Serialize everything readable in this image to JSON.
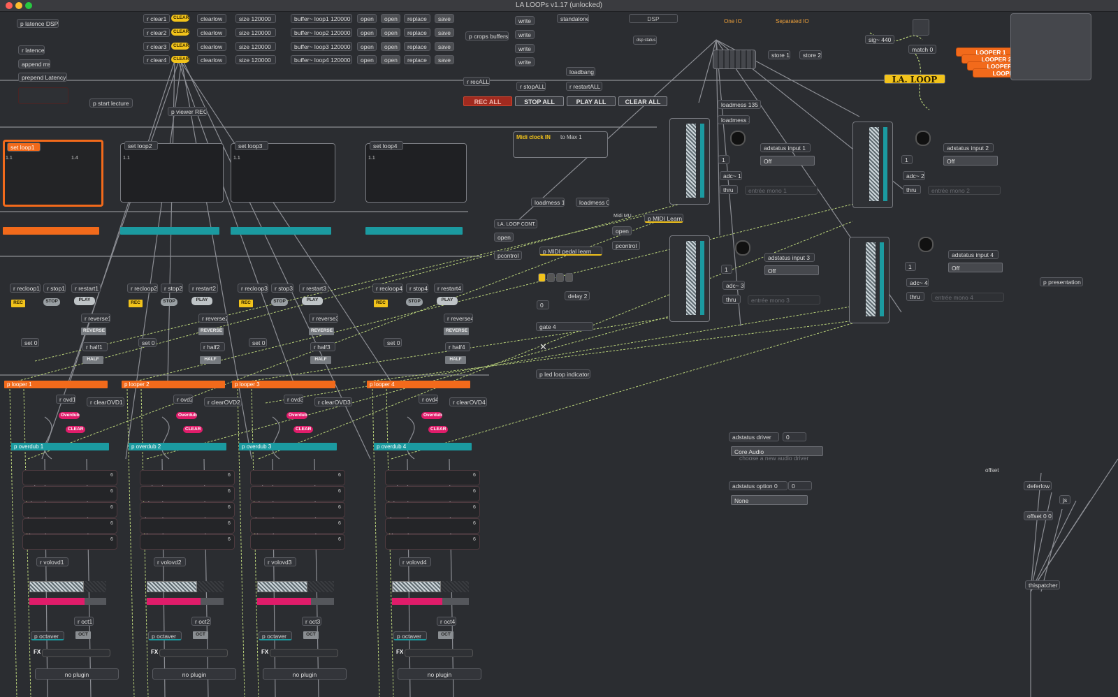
{
  "window": {
    "title": "LA LOOPs v1.17 (unlocked)"
  },
  "colors": {
    "orange": "#f26a1b",
    "teal": "#1b9aa0",
    "pink": "#e01c6a",
    "yellow": "#f2c31b",
    "red": "#a12a1f"
  },
  "top_rows": [
    {
      "clear": "r clear1",
      "clearlow": "clearlow",
      "size": "size 120000",
      "buffer": "buffer~ loop1 120000"
    },
    {
      "clear": "r clear2",
      "clearlow": "clearlow",
      "size": "size 120000",
      "buffer": "buffer~ loop2 120000"
    },
    {
      "clear": "r clear3",
      "clearlow": "clearlow",
      "size": "size 120000",
      "buffer": "buffer~ loop3 120000"
    },
    {
      "clear": "r clear4",
      "clearlow": "clearlow",
      "size": "size 120000",
      "buffer": "buffer~ loop4 120000"
    }
  ],
  "row_common": {
    "clear_pill": "CLEAR",
    "open1": "open",
    "open2": "open",
    "replace": "replace",
    "save": "save",
    "write": "write"
  },
  "misc": {
    "latence_dsp": "p latence DSP",
    "r_latence": "r latence",
    "append_ms": "append ms",
    "prepend_latency": "prepend Latency",
    "start_lecture": "p start lecture",
    "viewer_rec": "p viewer REC",
    "crops_buffers": "p crops buffers",
    "standalone": "standalone",
    "dsp": "DSP",
    "dsp_status": "dsp status;",
    "one_io": "One IO",
    "separated_io": "Separated IO",
    "store1": "store 1",
    "store2": "store 2",
    "sig": "sig~ 440",
    "match": "match 0",
    "loadmess135": "loadmess 135",
    "loadmess1": "loadmess 1",
    "loadbang": "loadbang",
    "r_recall": "r recALL",
    "r_stopall": "r stopALL",
    "r_restartall": "r restartALL",
    "midi_clock": "Midi clock IN",
    "to_max": "to Max 1",
    "loadmess1b": "loadmess 1",
    "loadmess0": "loadmess 0",
    "la_loop_cont": "LA. LOOP CONT.",
    "open": "open",
    "pcontrol": "pcontrol",
    "midi_mu": "Midi MU",
    "midi_learn": "p MIDI Learn",
    "midi_pedal": "p MIDI pedal learn",
    "delay": "delay 2",
    "gate": "gate 4",
    "zero": "0",
    "led_indicator": "p led loop indicator",
    "presentation": "p presentation",
    "offset": "offset",
    "deferlow": "deferlow",
    "js": "js",
    "offset00": "offset 0 0",
    "thispatcher": "thispatcher",
    "logo": "LA. LOOP"
  },
  "global_buttons": {
    "rec_all": "REC ALL",
    "stop_all": "STOP ALL",
    "play_all": "PLAY ALL",
    "clear_all": "CLEAR ALL"
  },
  "looper_tabs": [
    "LOOPER 1",
    "LOOPER 2",
    "LOOPER 3",
    "LOOPER 4"
  ],
  "loops": [
    {
      "set": "set loop1",
      "v1": "1.1",
      "v2": "1.4",
      "recloop": "r recloop1",
      "stop": "r stop1",
      "restart": "r restart1",
      "reverse": "r reverse1",
      "half": "r half1",
      "looper": "p looper 1",
      "ovd": "r ovd1",
      "clearovd": "r clearOVD1",
      "overdub": "p overdub 1",
      "volovd": "r volovd1",
      "oct": "r oct1",
      "slider": 0.78,
      "pinkbar": 0.72
    },
    {
      "set": "set loop2",
      "v1": "1.1",
      "v2": "",
      "recloop": "r recloop2",
      "stop": "r stop2",
      "restart": "r restart2",
      "reverse": "r reverse2",
      "half": "r half2",
      "looper": "p looper 2",
      "ovd": "r ovd2",
      "clearovd": "r clearOVD2",
      "overdub": "p overdub 2",
      "volovd": "r volovd2",
      "oct": "r oct2",
      "slider": 0.72,
      "pinkbar": 0.7
    },
    {
      "set": "set loop3",
      "v1": "1.1",
      "v2": "",
      "recloop": "r recloop3",
      "stop": "r stop3",
      "restart": "r restart3",
      "reverse": "r reverse3",
      "half": "r half3",
      "looper": "p looper 3",
      "ovd": "r ovd3",
      "clearovd": "r clearOVD3",
      "overdub": "p overdub 3",
      "volovd": "r volovd3",
      "oct": "r oct3",
      "slider": 0.72,
      "pinkbar": 0.7
    },
    {
      "set": "set loop4",
      "v1": "1.1",
      "v2": "",
      "recloop": "r recloop4",
      "stop": "r stop4",
      "restart": "r restart4",
      "reverse": "r reverse4",
      "half": "r half4",
      "looper": "p looper 4",
      "ovd": "r ovd4",
      "clearovd": "r clearOVD4",
      "overdub": "p overdub 4",
      "volovd": "r volovd4",
      "oct": "r oct4",
      "slider": 0.7,
      "pinkbar": 0.65
    }
  ],
  "loop_common": {
    "rec": "REC",
    "stop": "STOP",
    "play": "PLAY",
    "reverse": "REVERSE",
    "half": "HALF",
    "set0": "set 0",
    "overdub": "Overdub",
    "clear": "CLEAR",
    "octaver": "p octaver",
    "oct": "OCT",
    "fx": "FX",
    "no_plugin": "no plugin",
    "row_value": "6"
  },
  "inputs": [
    {
      "status": "adstatus input 1",
      "adc": "adc~ 1",
      "menu": "Off",
      "thru": "thru",
      "mono": "entrée mono 1"
    },
    {
      "status": "adstatus input 2",
      "adc": "adc~ 2",
      "menu": "Off",
      "thru": "thru",
      "mono": "entrée mono 2"
    },
    {
      "status": "adstatus input 3",
      "adc": "adc~ 3",
      "menu": "Off",
      "thru": "thru",
      "mono": "entrée mono 3"
    },
    {
      "status": "adstatus input 4",
      "adc": "adc~ 4",
      "menu": "Off",
      "thru": "thru",
      "mono": "entrée mono 4"
    }
  ],
  "input_common": {
    "one": "1"
  },
  "driver": {
    "status": "adstatus driver",
    "value": "0",
    "menu": "Core Audio",
    "hint": "choose a new audio driver"
  },
  "option": {
    "status": "adstatus option 0",
    "value": "0",
    "menu": "None"
  }
}
